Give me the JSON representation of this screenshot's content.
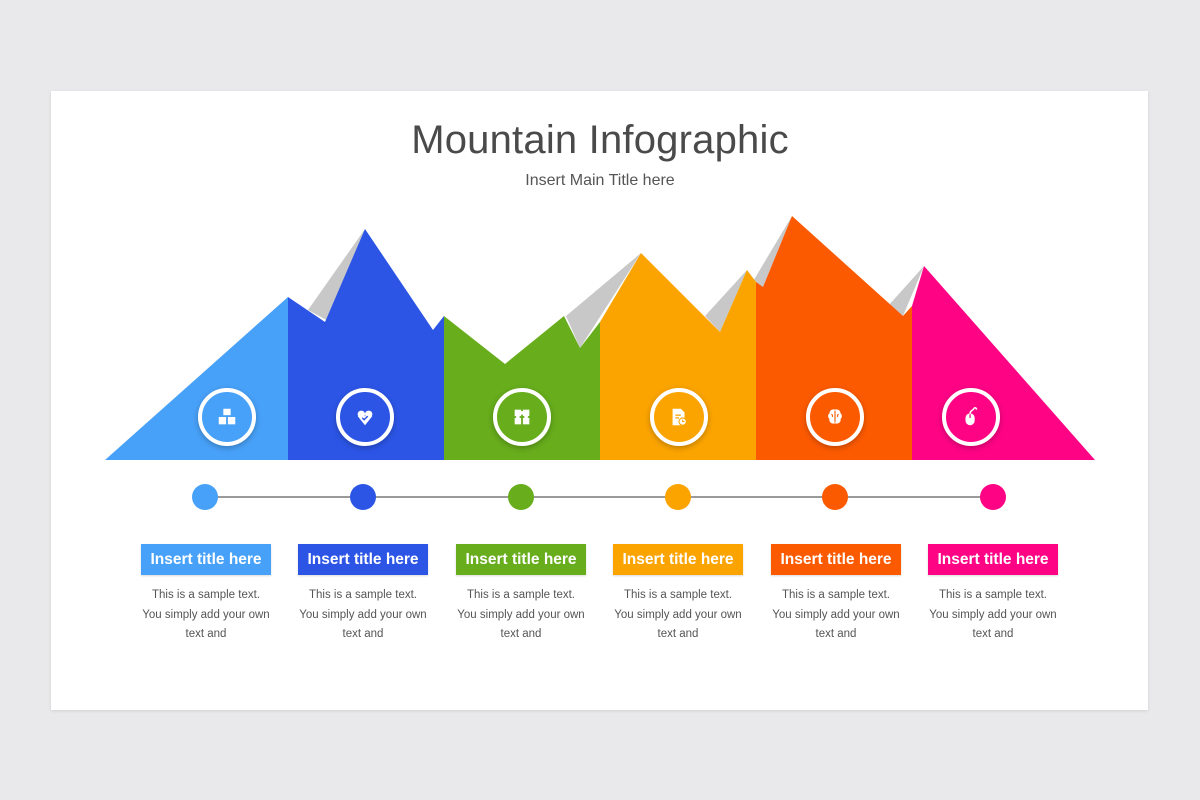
{
  "header": {
    "title": "Mountain Infographic",
    "subtitle": "Insert Main Title here"
  },
  "colors": {
    "background": "#e9e8ea",
    "slide": "#ffffff",
    "connector": "#9a9a9a",
    "shadow_peak": "#c8c8c8"
  },
  "steps": [
    {
      "color": "#48a1f8",
      "icon": "cubes-icon",
      "title": "Insert title here",
      "desc_l1": "This is a sample text.",
      "desc_l2": "You simply add your own",
      "desc_l3": "text and"
    },
    {
      "color": "#2c55e6",
      "icon": "heart-hands-icon",
      "title": "Insert title here",
      "desc_l1": "This is a sample text.",
      "desc_l2": "You simply add your own",
      "desc_l3": "text and"
    },
    {
      "color": "#67ad1c",
      "icon": "puzzle-icon",
      "title": "Insert title here",
      "desc_l1": "This is a sample text.",
      "desc_l2": "You simply add your own",
      "desc_l3": "text and"
    },
    {
      "color": "#fba400",
      "icon": "document-clock-icon",
      "title": "Insert title here",
      "desc_l1": "This is a sample text.",
      "desc_l2": "You simply add your own",
      "desc_l3": "text and"
    },
    {
      "color": "#fc5a00",
      "icon": "brain-icon",
      "title": "Insert title here",
      "desc_l1": "This is a sample text.",
      "desc_l2": "You simply add your own",
      "desc_l3": "text and"
    },
    {
      "color": "#fe0485",
      "icon": "mouse-icon",
      "title": "Insert title here",
      "desc_l1": "This is a sample text.",
      "desc_l2": "You simply add your own",
      "desc_l3": "text and"
    }
  ]
}
